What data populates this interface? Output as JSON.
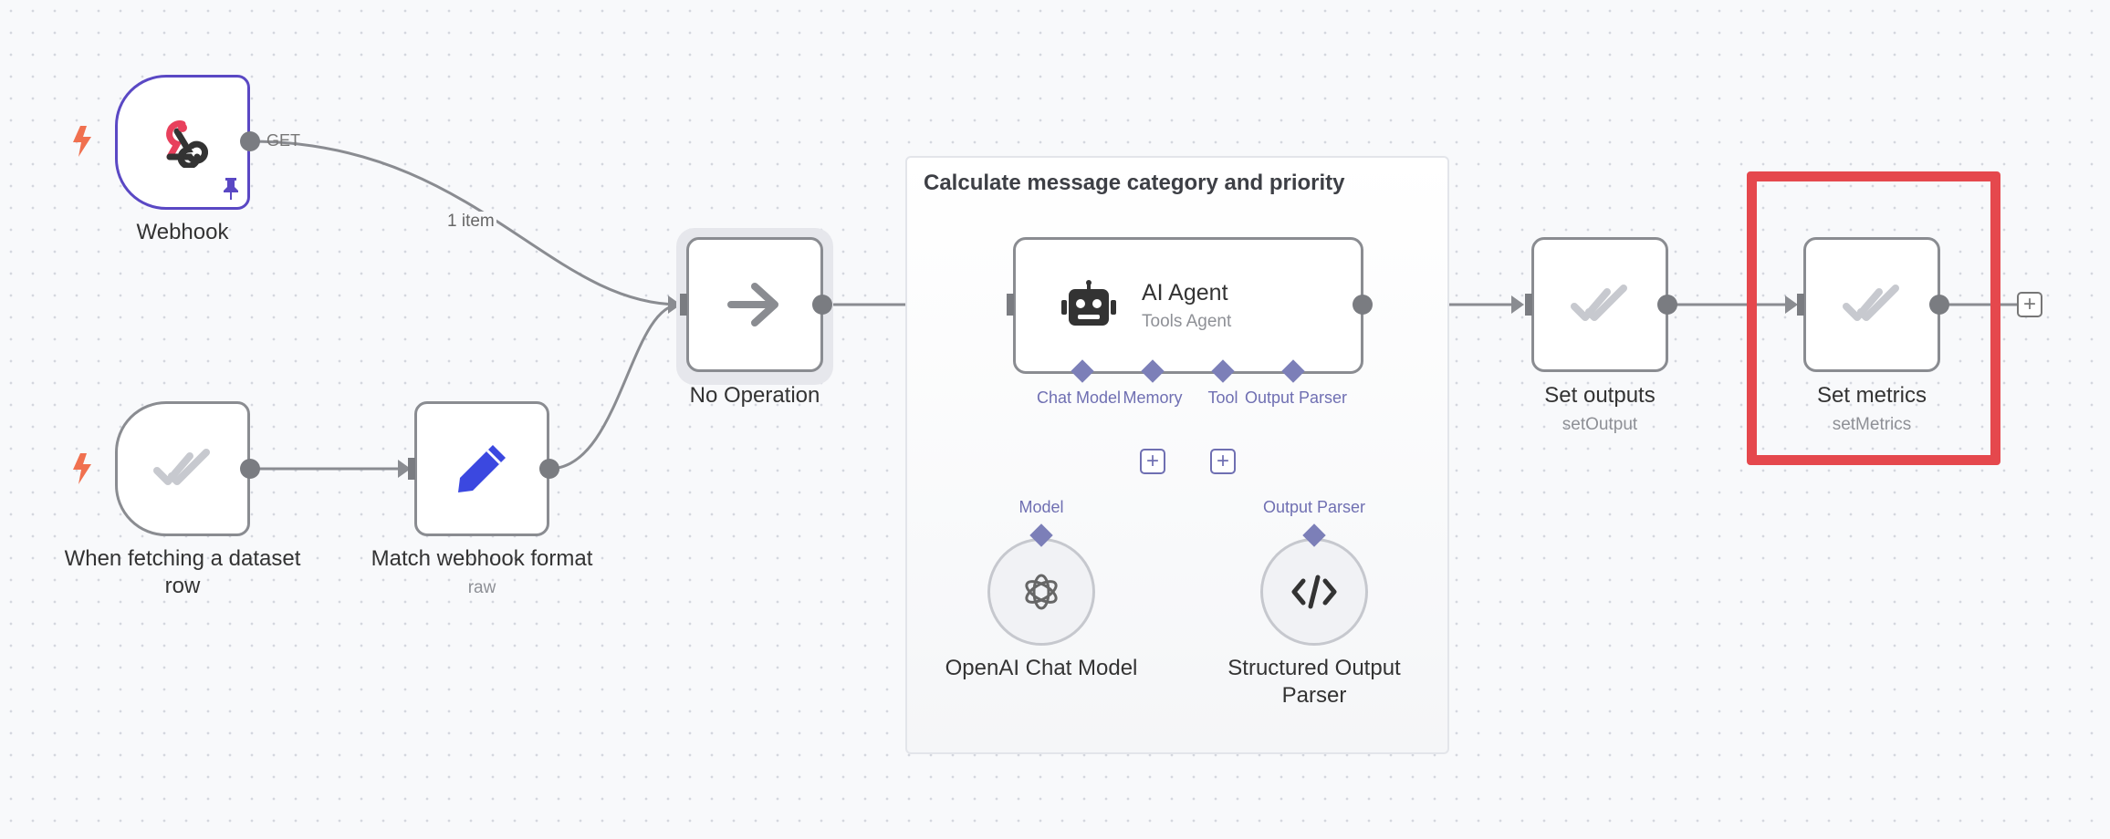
{
  "group": {
    "title": "Calculate message category and priority"
  },
  "nodes": {
    "webhook": {
      "label": "Webhook",
      "output_label": "GET"
    },
    "dataset_trigger": {
      "label_line1": "When fetching a dataset",
      "label_line2": "row"
    },
    "match_format": {
      "label": "Match webhook format",
      "subtitle": "raw"
    },
    "no_op": {
      "label": "No Operation"
    },
    "ai_agent": {
      "title": "AI Agent",
      "subtitle": "Tools Agent",
      "handles": [
        "Chat Model",
        "Memory",
        "Tool",
        "Output Parser"
      ]
    },
    "openai": {
      "label": "OpenAI Chat Model",
      "handle_label": "Model"
    },
    "parser": {
      "label_line1": "Structured Output",
      "label_line2": "Parser",
      "handle_label": "Output Parser"
    },
    "set_outputs": {
      "label": "Set outputs",
      "subtitle": "setOutput"
    },
    "set_metrics": {
      "label": "Set metrics",
      "subtitle": "setMetrics"
    }
  },
  "edges": {
    "webhook_to_noop_label": "1 item"
  },
  "icons": {
    "webhook": "webhook-icon",
    "checks": "double-check-icon",
    "pencil": "pencil-icon",
    "arrow": "arrow-right-icon",
    "robot": "robot-icon",
    "openai": "openai-icon",
    "code": "code-icon",
    "pin": "pin-icon",
    "bolt": "lightning-bolt-icon",
    "plus": "plus-icon"
  },
  "colors": {
    "accent": "#5a48c4",
    "highlight": "#e5484d",
    "trigger_bolt": "#f0704f",
    "handle": "#7c7fb8",
    "pencil": "#3b48e0"
  }
}
